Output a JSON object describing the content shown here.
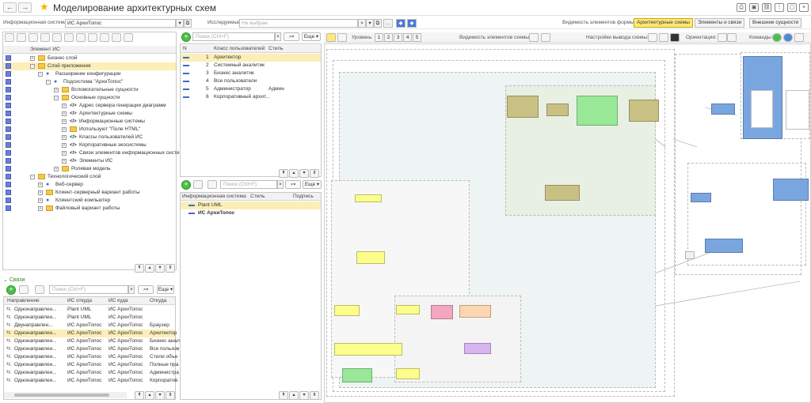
{
  "window": {
    "title": "Моделирование архитектурных схем"
  },
  "params": {
    "is_label": "Информационная система:",
    "is_value": "ИС АрхиТопос",
    "el_label": "Исследуемый элемент:",
    "el_placeholder": "Не выбран",
    "vis_label": "Видимость элементов формы:",
    "tabs": [
      "Архитектурные схемы",
      "Элементы и связи",
      "Внешние сущности"
    ]
  },
  "tree": {
    "header": "Элемент ИС",
    "rows": [
      {
        "label": "Бизнес слой",
        "level": 1,
        "kind": "folder",
        "exp": "+"
      },
      {
        "label": "Слой приложения",
        "level": 1,
        "kind": "folder",
        "exp": "−",
        "sel": true
      },
      {
        "label": "Расширение конфигурации",
        "level": 2,
        "kind": "entity",
        "exp": "−"
      },
      {
        "label": "Подсистема \"АрхиТопос\"",
        "level": 3,
        "kind": "entity",
        "exp": "−"
      },
      {
        "label": "Вспомогательные сущности",
        "level": 4,
        "kind": "folder",
        "exp": "+"
      },
      {
        "label": "Основные сущности",
        "level": 4,
        "kind": "folder",
        "exp": "−"
      },
      {
        "label": "Адрес сервера генерации диаграмм",
        "level": 5,
        "kind": "code",
        "exp": "+"
      },
      {
        "label": "Архитектурные схемы",
        "level": 5,
        "kind": "code",
        "exp": "+"
      },
      {
        "label": "Информационные системы",
        "level": 5,
        "kind": "code",
        "exp": "+"
      },
      {
        "label": "Используют \"Поле HTML\"",
        "level": 5,
        "kind": "folder",
        "exp": "+"
      },
      {
        "label": "Классы пользователей ИС",
        "level": 5,
        "kind": "code",
        "exp": "+"
      },
      {
        "label": "Корпоративные экосистемы",
        "level": 5,
        "kind": "code",
        "exp": "+"
      },
      {
        "label": "Связи элементов информационных систем",
        "level": 5,
        "kind": "code",
        "exp": "+"
      },
      {
        "label": "Элементы ИС",
        "level": 5,
        "kind": "code",
        "exp": "+"
      },
      {
        "label": "Ролевая модель",
        "level": 4,
        "kind": "folder",
        "exp": "+"
      },
      {
        "label": "Технологический слой",
        "level": 1,
        "kind": "folder",
        "exp": "−"
      },
      {
        "label": "Веб-сервер",
        "level": 2,
        "kind": "entity",
        "exp": "+"
      },
      {
        "label": "Клиент-серверный вариант работы",
        "level": 2,
        "kind": "folder",
        "exp": "+"
      },
      {
        "label": "Клиентский компьютер",
        "level": 2,
        "kind": "entity",
        "exp": "+"
      },
      {
        "label": "Файловый вариант работы",
        "level": 2,
        "kind": "folder",
        "exp": "+"
      }
    ]
  },
  "links": {
    "title": "Связи",
    "search_placeholder": "Поиск (Ctrl+F)",
    "more": "Еще",
    "columns": [
      "Направление",
      "ИС откуда",
      "ИС куда",
      "Откуда"
    ],
    "rows": [
      {
        "dir": "Однонаправлен...",
        "from": "Plant UML",
        "to": "ИС АрхиТопос",
        "src": ""
      },
      {
        "dir": "Однонаправлен...",
        "from": "Plant UML",
        "to": "ИС АрхиТопос",
        "src": ""
      },
      {
        "dir": "Двунаправлен...",
        "from": "ИС АрхиТопос",
        "to": "ИС АрхиТопос",
        "src": "Браузер"
      },
      {
        "dir": "Однонаправлен...",
        "from": "ИС АрхиТопос",
        "to": "ИС АрхиТопос",
        "src": "Архитектор",
        "sel": true
      },
      {
        "dir": "Однонаправлен...",
        "from": "ИС АрхиТопос",
        "to": "ИС АрхиТопос",
        "src": "Бизнес анал"
      },
      {
        "dir": "Однонаправлен...",
        "from": "ИС АрхиТопос",
        "to": "ИС АрхиТопос",
        "src": "Все пользов"
      },
      {
        "dir": "Однонаправлен...",
        "from": "ИС АрхиТопос",
        "to": "ИС АрхиТопос",
        "src": "Стили объе"
      },
      {
        "dir": "Однонаправлен...",
        "from": "ИС АрхиТопос",
        "to": "ИС АрхиТопос",
        "src": "Полные пра"
      },
      {
        "dir": "Однонаправлен...",
        "from": "ИС АрхиТопос",
        "to": "ИС АрхиТопос",
        "src": "Администра"
      },
      {
        "dir": "Однонаправлен...",
        "from": "ИС АрхиТопос",
        "to": "ИС АрхиТопос",
        "src": "Корпоратив"
      }
    ]
  },
  "users": {
    "search_placeholder": "Поиск (Ctrl+F)",
    "more": "Еще",
    "columns": [
      "N",
      "Класс пользователей",
      "Стиль"
    ],
    "rows": [
      {
        "n": "1",
        "name": "Архитектор",
        "style": "",
        "sel": true
      },
      {
        "n": "2",
        "name": "Системный аналитик",
        "style": ""
      },
      {
        "n": "3",
        "name": "Бизнес аналитик",
        "style": ""
      },
      {
        "n": "4",
        "name": "Все пользователи",
        "style": ""
      },
      {
        "n": "5",
        "name": "Администратор",
        "style": "Админ"
      },
      {
        "n": "6",
        "name": "Корпоративный архит...",
        "style": ""
      }
    ]
  },
  "systems": {
    "search_placeholder": "Поиск (Ctrl+F)",
    "more": "Еще",
    "columns": [
      "Информационная система",
      "Стиль",
      "Подпись"
    ],
    "rows": [
      {
        "name": "Plant UML",
        "bold": false,
        "sel": true
      },
      {
        "name": "ИС АрхиТопос",
        "bold": true
      }
    ]
  },
  "diagram": {
    "level_label": "Уровень:",
    "levels": [
      "1",
      "2",
      "3",
      "4",
      "5"
    ],
    "vis_label": "Видимость элементов схемы:",
    "out_label": "Настройки вывода схемы:",
    "orient_label": "Ориентация:",
    "cmd_label": "Команды:"
  }
}
